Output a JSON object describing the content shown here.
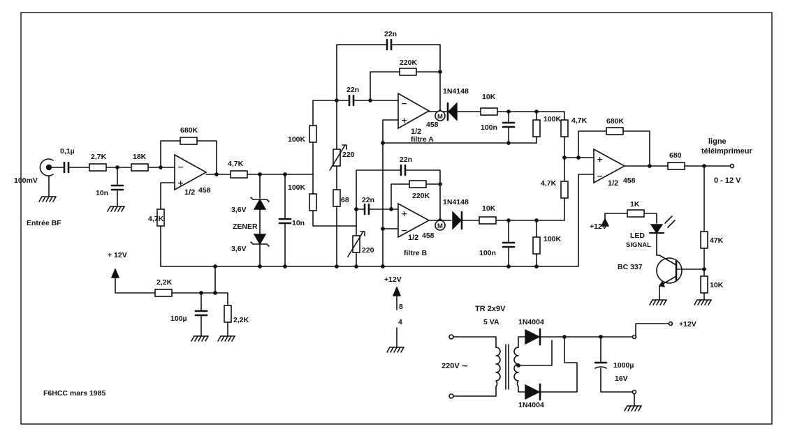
{
  "input": {
    "label": "Entrée BF",
    "level": "100mV"
  },
  "output": {
    "label_line1": "ligne",
    "label_line2": "téléimprimeur",
    "range": "0 - 12 V"
  },
  "credit": "F6HCC mars 1985",
  "opamp": {
    "half": "1/2",
    "model": "458",
    "plus": "+",
    "minus": "−",
    "meter": "M"
  },
  "filters": {
    "a": "filtre A",
    "b": "filtre B"
  },
  "zener": {
    "label": "ZENER",
    "v1": "3,6V",
    "v2": "3,6V"
  },
  "values": {
    "c_in": "0,1µ",
    "r_27k": "2,7K",
    "r_18k": "18K",
    "c_10n_in": "10n",
    "r_680k_1": "680K",
    "r_47k_1": "4,7K",
    "r_47k_2": "4,7K",
    "c_10n_2": "10n",
    "r_22k": "2,2K",
    "c_100u": "100µ",
    "r_22k_b": "2,2K",
    "r_100k_1": "100K",
    "r_100k_2": "100K",
    "pot_220_a": "220",
    "r_68": "68",
    "pot_220_b": "220",
    "c_22n_top": "22n",
    "r_220k_a": "220K",
    "c_22n_a": "22n",
    "c_22n_b_top": "22n",
    "r_220k_b": "220K",
    "c_22n_b": "22n",
    "d_a": "1N4148",
    "r_10k_a": "10K",
    "c_100n_a": "100n",
    "r_100k_a": "100K",
    "d_b": "1N4148",
    "r_10k_b": "10K",
    "c_100n_b": "100n",
    "r_100k_b": "100K",
    "r_47k_a": "4,7K",
    "r_47k_b": "4,7K",
    "r_680k_3": "680K",
    "r_680": "680",
    "r_1k": "1K",
    "r_47k_out": "47K",
    "r_10k_out": "10K"
  },
  "supply_labels": {
    "v12_left": "+ 12V",
    "v12_mid": "+12V",
    "v12_led": "+12V",
    "v12_psu": "+12V",
    "pin8": "8",
    "pin4": "4"
  },
  "led": {
    "line1": "LED",
    "line2": "SIGNAL"
  },
  "transistor": "BC 337",
  "psu": {
    "transformer": "TR  2x9V",
    "va": "5 VA",
    "mains": "220V ∼",
    "d1": "1N4004",
    "d2": "1N4004",
    "cap": "1000µ",
    "cap_v": "16V"
  }
}
